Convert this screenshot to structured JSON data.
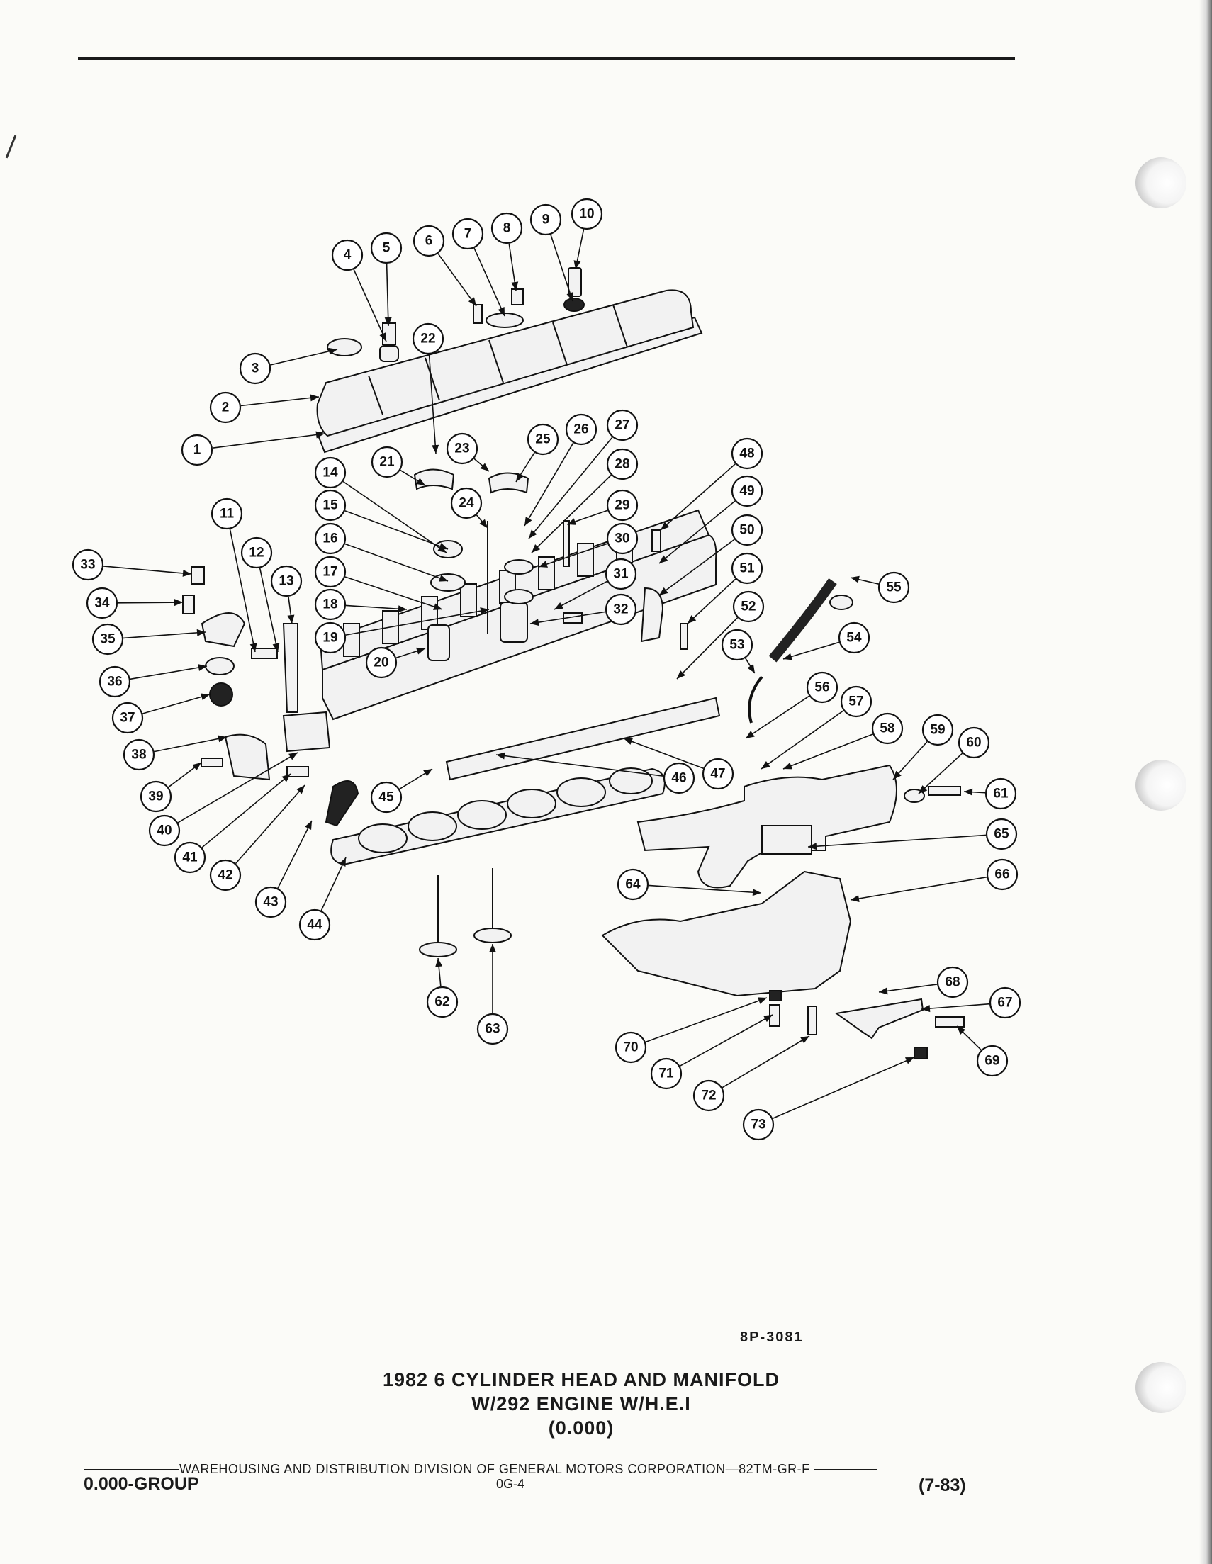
{
  "figure_code": "8P-3081",
  "caption": {
    "line1": "1982 6 CYLINDER HEAD AND MANIFOLD",
    "line2": "W/292 ENGINE W/H.E.I",
    "line3": "(0.000)"
  },
  "footer": {
    "distribution": "WAREHOUSING AND DISTRIBUTION  DIVISION OF GENERAL MOTORS CORPORATION—82TM-GR-F",
    "group": "0.000-GROUP",
    "page": "0G-4",
    "date": "(7-83)"
  },
  "callouts": [
    {
      "n": "1"
    },
    {
      "n": "2"
    },
    {
      "n": "3"
    },
    {
      "n": "4"
    },
    {
      "n": "5"
    },
    {
      "n": "6"
    },
    {
      "n": "7"
    },
    {
      "n": "8"
    },
    {
      "n": "9"
    },
    {
      "n": "10"
    },
    {
      "n": "11"
    },
    {
      "n": "12"
    },
    {
      "n": "13"
    },
    {
      "n": "14"
    },
    {
      "n": "15"
    },
    {
      "n": "16"
    },
    {
      "n": "17"
    },
    {
      "n": "18"
    },
    {
      "n": "19"
    },
    {
      "n": "20"
    },
    {
      "n": "21"
    },
    {
      "n": "22"
    },
    {
      "n": "23"
    },
    {
      "n": "24"
    },
    {
      "n": "25"
    },
    {
      "n": "26"
    },
    {
      "n": "27"
    },
    {
      "n": "28"
    },
    {
      "n": "29"
    },
    {
      "n": "30"
    },
    {
      "n": "31"
    },
    {
      "n": "32"
    },
    {
      "n": "33"
    },
    {
      "n": "34"
    },
    {
      "n": "35"
    },
    {
      "n": "36"
    },
    {
      "n": "37"
    },
    {
      "n": "38"
    },
    {
      "n": "39"
    },
    {
      "n": "40"
    },
    {
      "n": "41"
    },
    {
      "n": "42"
    },
    {
      "n": "43"
    },
    {
      "n": "44"
    },
    {
      "n": "45"
    },
    {
      "n": "46"
    },
    {
      "n": "47"
    },
    {
      "n": "48"
    },
    {
      "n": "49"
    },
    {
      "n": "50"
    },
    {
      "n": "51"
    },
    {
      "n": "52"
    },
    {
      "n": "53"
    },
    {
      "n": "54"
    },
    {
      "n": "55"
    },
    {
      "n": "56"
    },
    {
      "n": "57"
    },
    {
      "n": "58"
    },
    {
      "n": "59"
    },
    {
      "n": "60"
    },
    {
      "n": "61"
    },
    {
      "n": "62"
    },
    {
      "n": "63"
    },
    {
      "n": "64"
    },
    {
      "n": "65"
    },
    {
      "n": "66"
    },
    {
      "n": "67"
    },
    {
      "n": "68"
    },
    {
      "n": "69"
    },
    {
      "n": "70"
    },
    {
      "n": "71"
    },
    {
      "n": "72"
    },
    {
      "n": "73"
    }
  ]
}
